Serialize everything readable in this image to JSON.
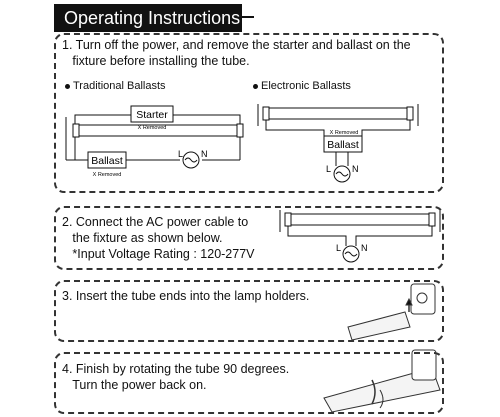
{
  "header": {
    "title": "Operating Instructions"
  },
  "steps": [
    {
      "text": "1. Turn off the power, and remove the starter and ballast on the\n   fixture before installing the tube."
    },
    {
      "text": "2. Connect the AC power cable to\n   the fixture as shown below.\n   *Input Voltage Rating : 120-277V"
    },
    {
      "text": "3. Insert the tube ends into the lamp holders."
    },
    {
      "text": "4. Finish by rotating the tube 90 degrees.\n   Turn the power back on."
    }
  ],
  "diagram1": {
    "traditional_label": "Traditional Ballasts",
    "electronic_label": "Electronic Ballasts",
    "starter": "Starter",
    "ballast": "Ballast",
    "removed": "X Removed",
    "L": "L",
    "N": "N"
  }
}
